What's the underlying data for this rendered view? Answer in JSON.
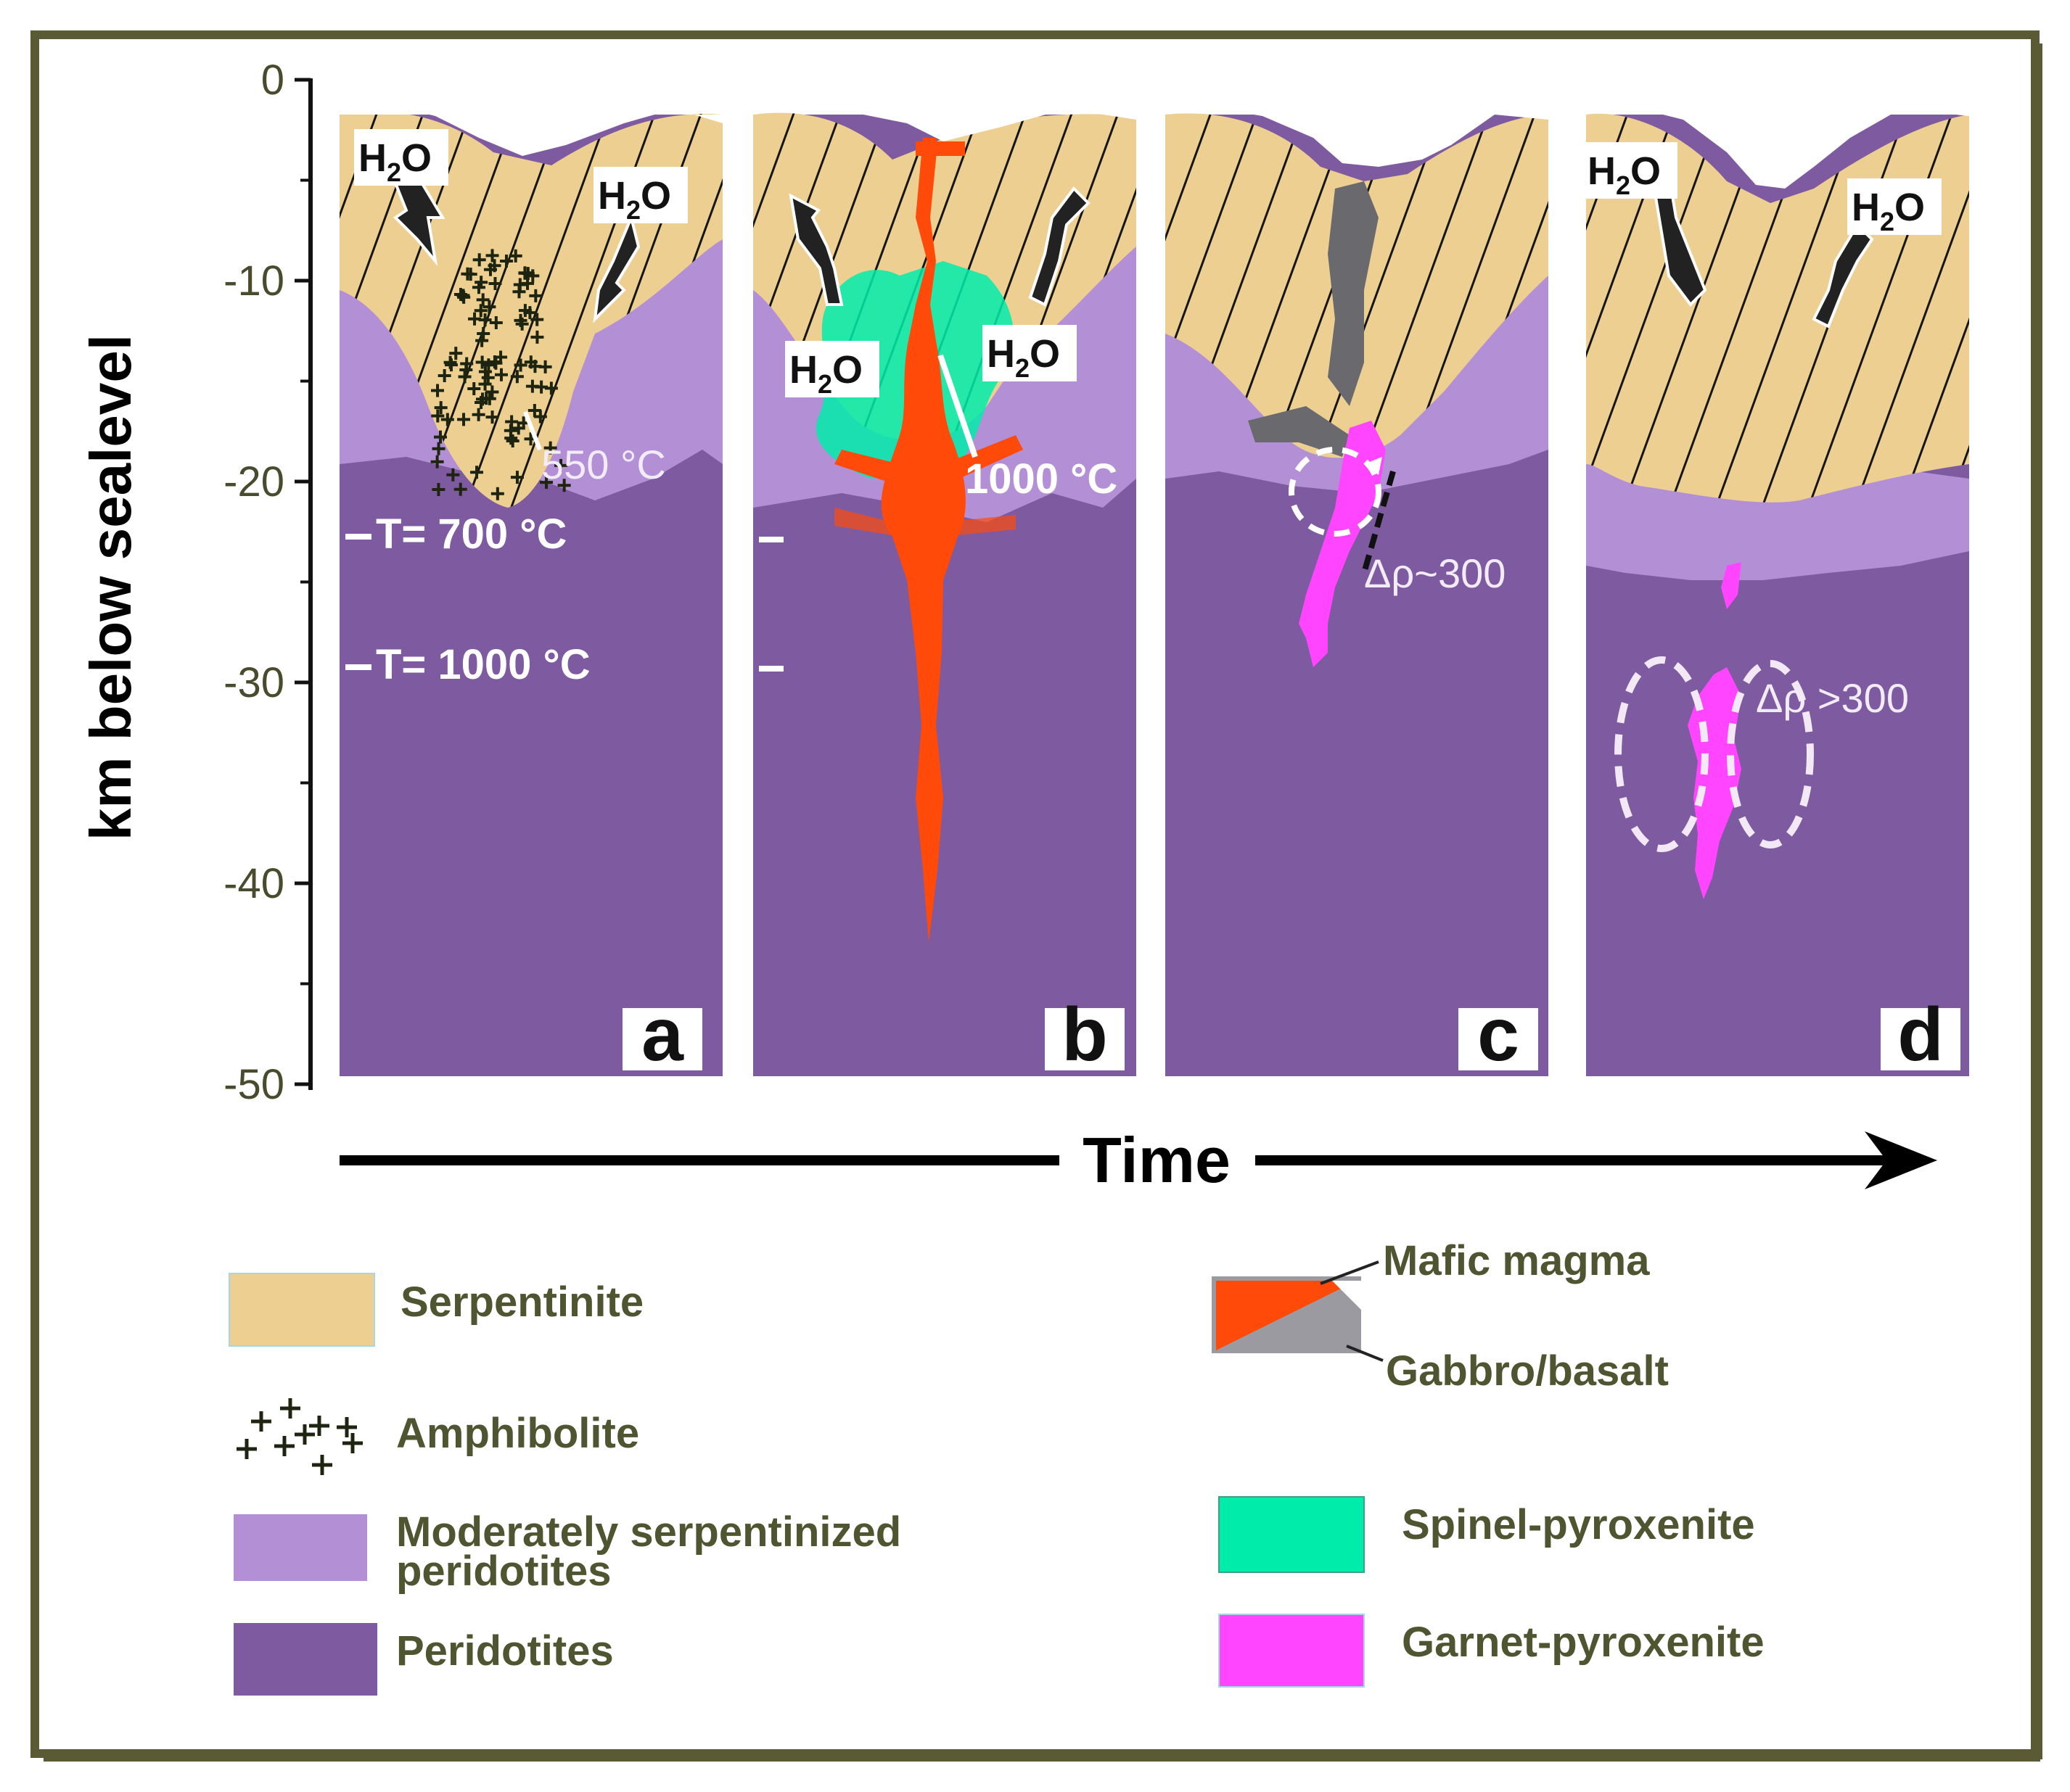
{
  "axis": {
    "ylabel": "km  below sealevel",
    "ticks": [
      "0",
      "-10",
      "-20",
      "-30",
      "-40",
      "-50"
    ],
    "time_label": "Time"
  },
  "panels": [
    {
      "letter": "a",
      "h2o_labels": [
        "H",
        "O",
        "H",
        "O"
      ],
      "iso_550": "550 °C",
      "t700": "T= 700 °C",
      "t1000": "T= 1000 °C"
    },
    {
      "letter": "b",
      "h2o_labels": [
        "H",
        "O",
        "H",
        "O"
      ],
      "iso_1000": "1000 °C"
    },
    {
      "letter": "c",
      "delta_rho": "Δρ~300"
    },
    {
      "letter": "d",
      "h2o_labels": [
        "H",
        "O",
        "H",
        "O"
      ],
      "delta_rho": "Δρ >300"
    }
  ],
  "subscript": "2",
  "legend": {
    "serpentinite": "Serpentinite",
    "amphibolite": "Amphibolite",
    "moderately_1": "Moderately serpentinized",
    "moderately_2": "peridotites",
    "peridotites": "Peridotites",
    "mafic_magma": "Mafic magma",
    "gabbro": "Gabbro/basalt",
    "spinel": "Spinel-pyroxenite",
    "garnet": "Garnet-pyroxenite"
  },
  "colors": {
    "frame": "#5a5a34",
    "serpentinite": "#eccf91",
    "moderately_serpentinized": "#b38fd6",
    "peridotites": "#7e5aa0",
    "mafic_magma": "#ff4a0a",
    "gabbro_basalt": "#9c9aa1",
    "spinel_pyroxenite": "#00ecaa",
    "garnet_pyroxenite": "#ff45ff"
  }
}
